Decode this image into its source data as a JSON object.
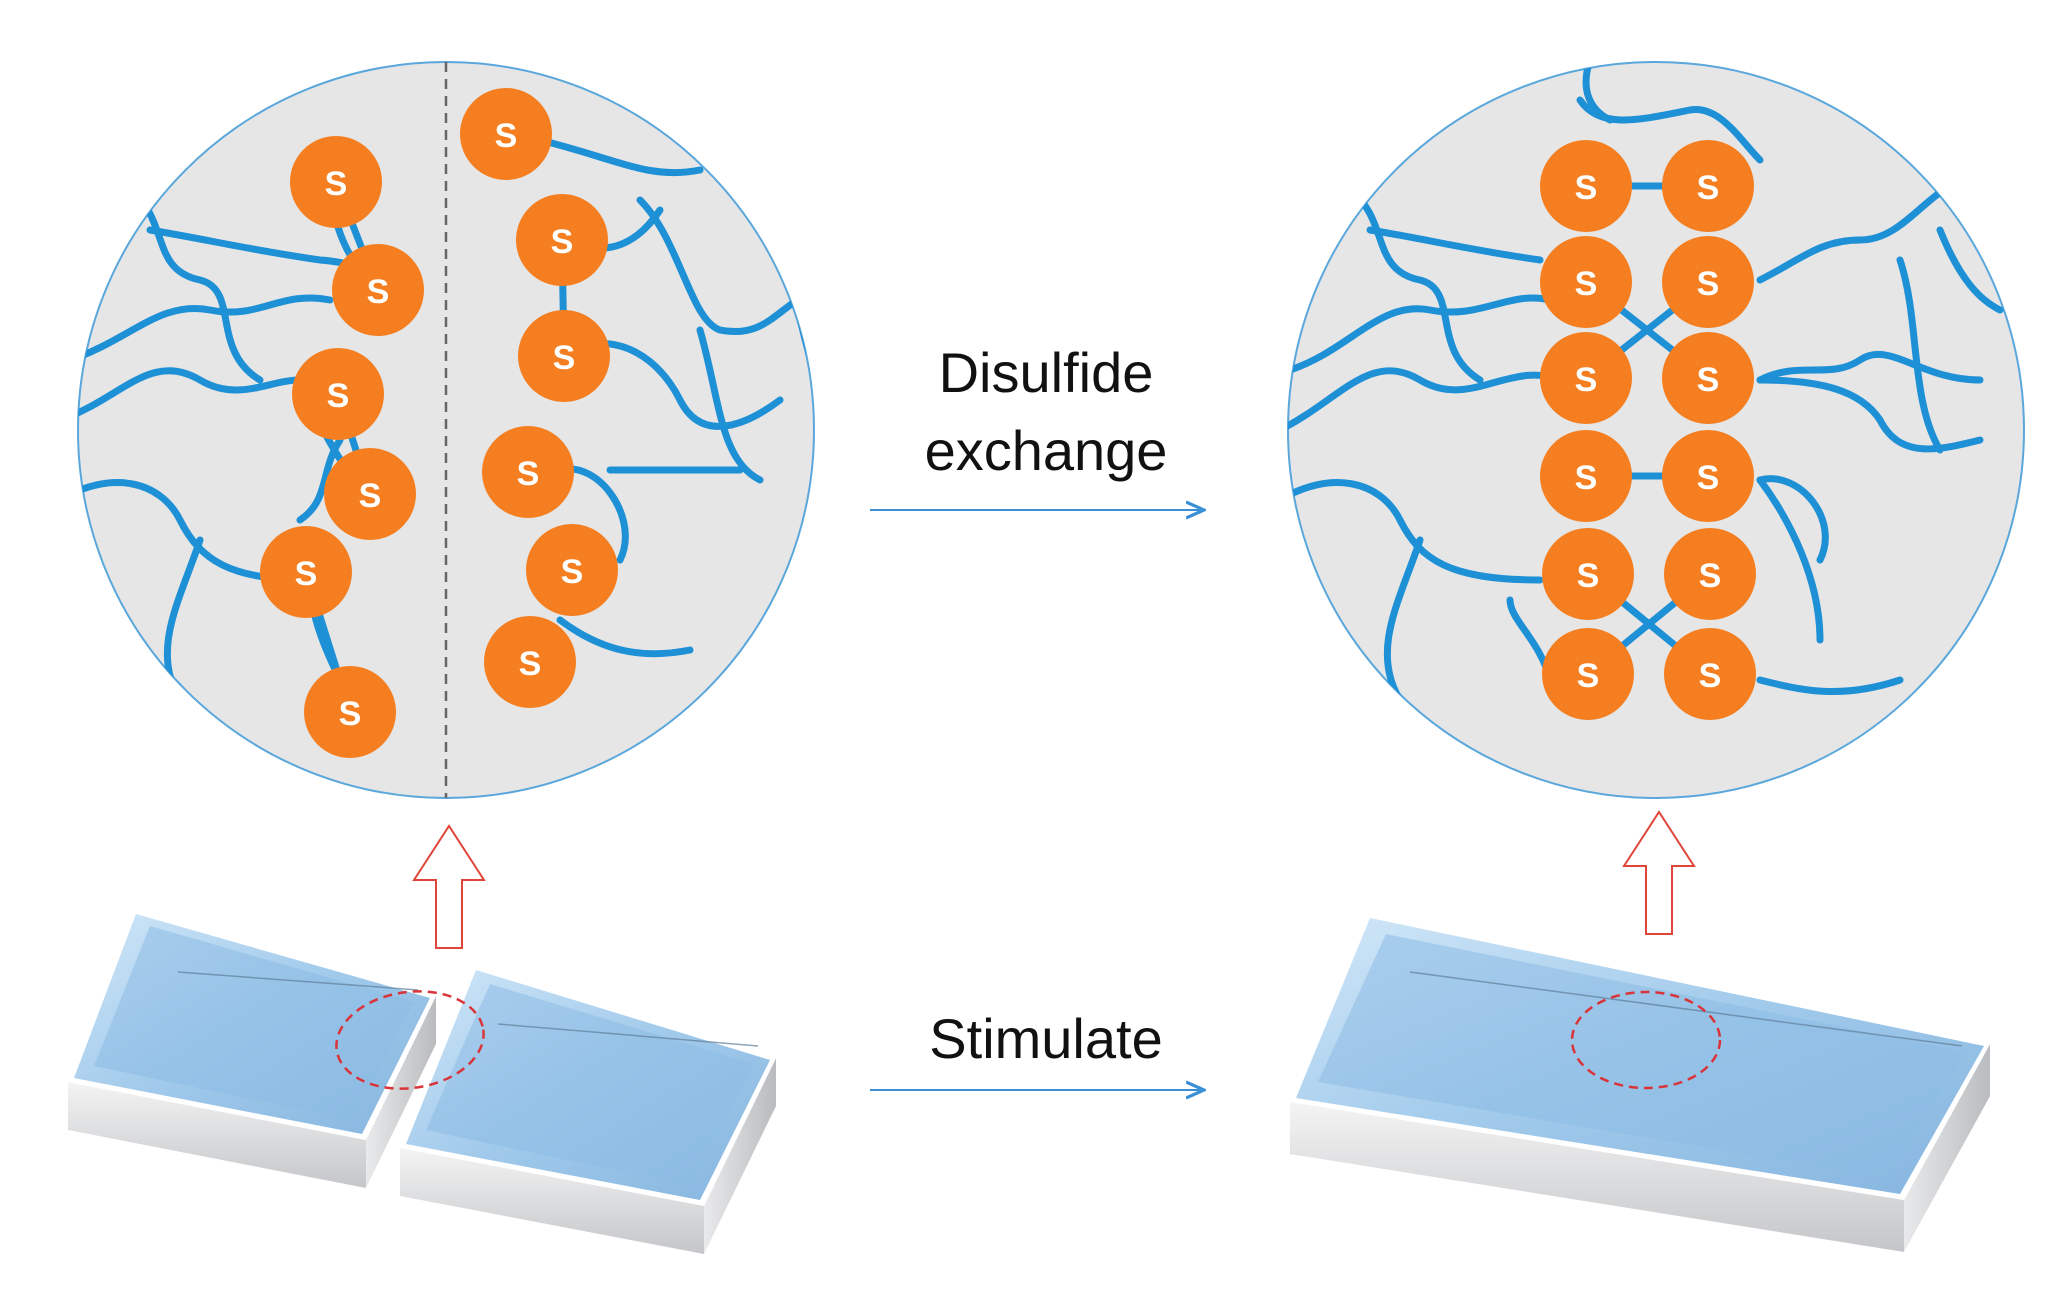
{
  "labels": {
    "step1_line1": "Disulfide",
    "step1_line2": "exchange",
    "step2": "Stimulate"
  },
  "atom_symbol": "S",
  "colors": {
    "chain": "#1e90d6",
    "sulfur_atom": "#f57f20",
    "circle_fill": "#e6e6e6",
    "circle_border": "#5aa7dc",
    "arrow_outline": "#e0453a",
    "gel_top": "#a9cfee",
    "gel_side": "#cfd2d6",
    "cut_ellipse": "#d9343a",
    "process_arrow": "#3b8fd6"
  }
}
